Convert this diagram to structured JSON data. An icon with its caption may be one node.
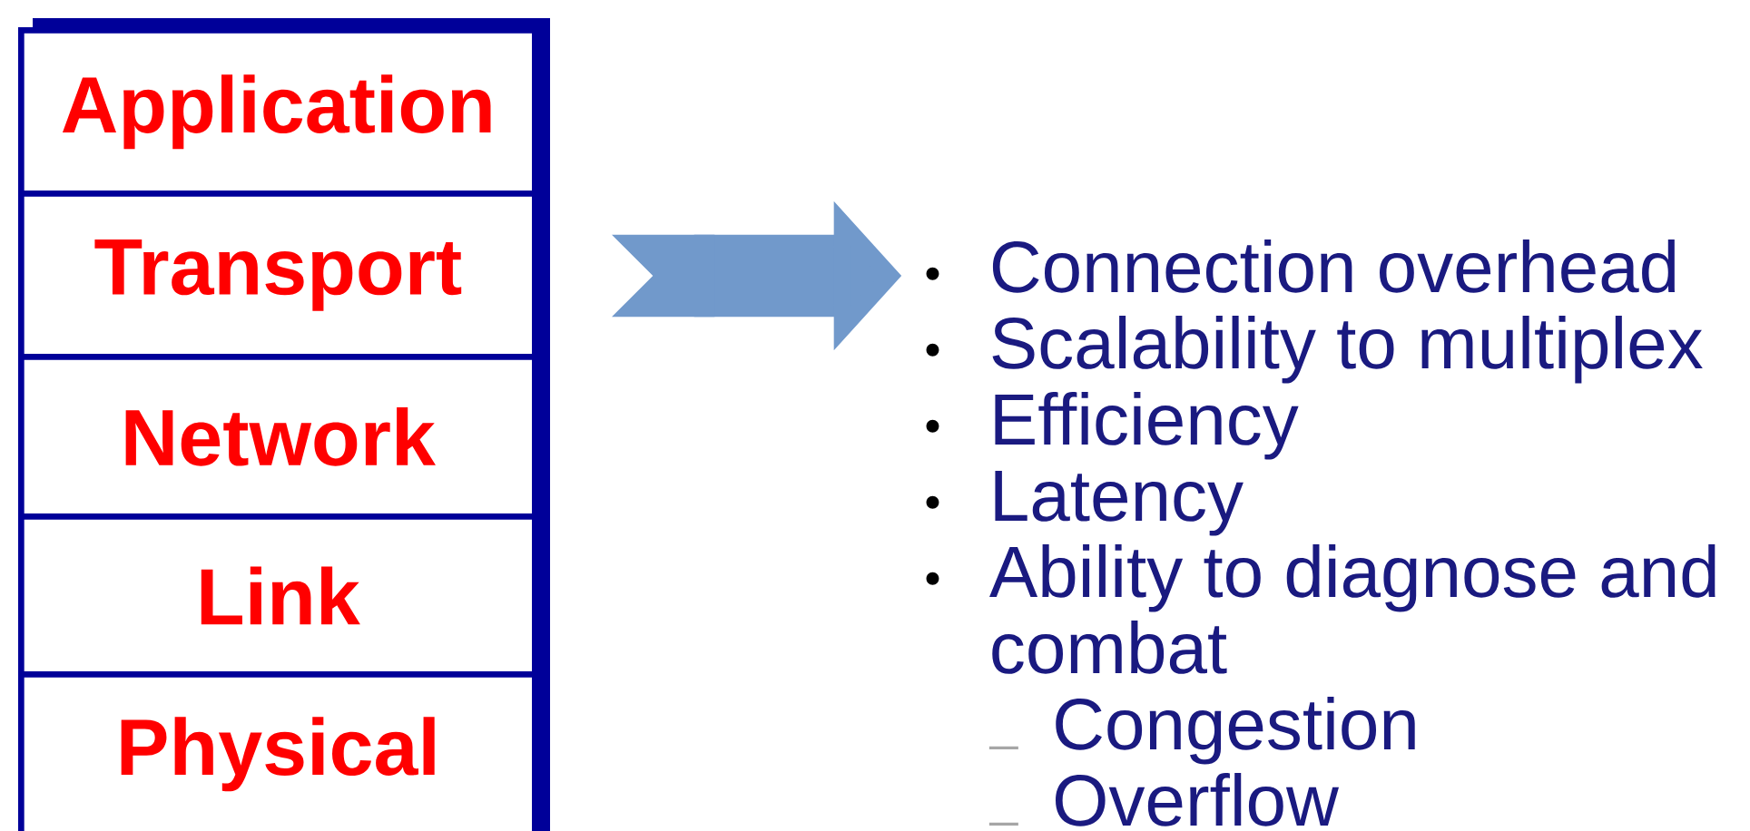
{
  "diagram": {
    "nodes": [
      {
        "text": [
          "Application"
        ]
      },
      {
        "text": [
          "Transport"
        ]
      },
      {
        "text": [
          "Network"
        ]
      },
      {
        "text": [
          "Link"
        ]
      },
      {
        "text": [
          "Physical"
        ]
      },
      {
        "text": [
          "Connection overhead",
          "Scalability to multiplex",
          "Efficiency",
          "Latency",
          "Ability to diagnose and combat",
          "Congestion",
          "Overflow"
        ]
      }
    ],
    "edges": [
      {
        "from": null,
        "to": 5,
        "arrow": "to",
        "color": "#7199cb"
      }
    ]
  }
}
